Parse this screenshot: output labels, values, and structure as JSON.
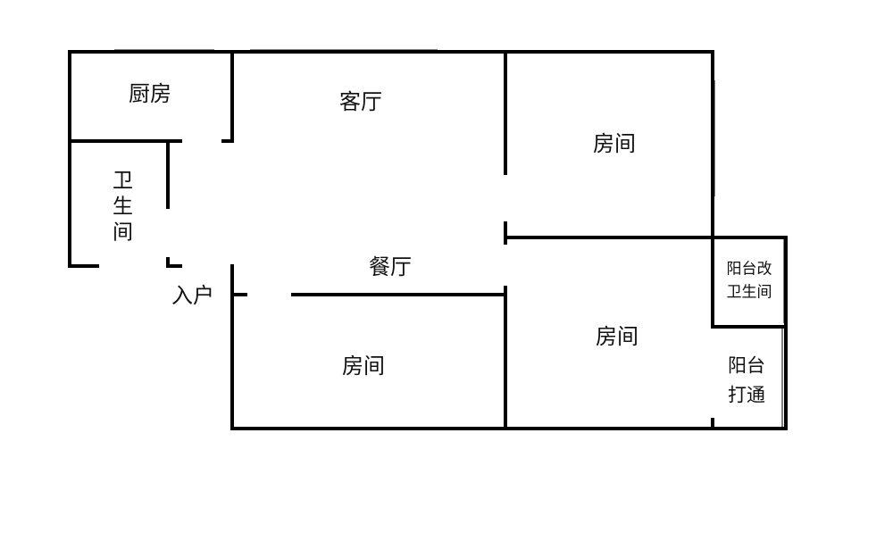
{
  "rooms": {
    "kitchen": "厨房",
    "living_room": "客厅",
    "bathroom": "卫生间",
    "dining_room": "餐厅",
    "entrance": "入户",
    "bedroom_top_right": "房间",
    "bedroom_bottom_left": "房间",
    "bedroom_bottom_right": "房间",
    "balcony_bathroom_line1": "阳台改",
    "balcony_bathroom_line2": "卫生间",
    "balcony_open_line1": "阳台",
    "balcony_open_line2": "打通"
  },
  "colors": {
    "wall": "#000000",
    "background": "#ffffff",
    "text": "#111111"
  }
}
